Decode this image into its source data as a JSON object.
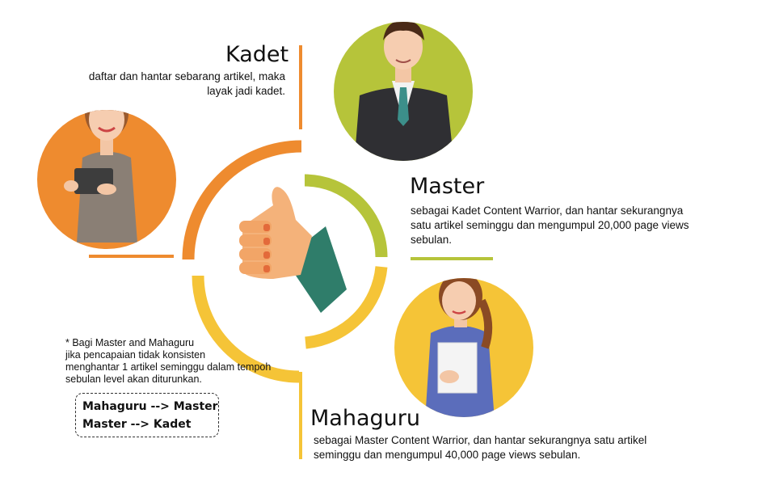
{
  "levels": {
    "kadet": {
      "title": "Kadet",
      "desc_line1": "daftar dan hantar sebarang artikel, maka",
      "desc_line2": "layak jadi kadet."
    },
    "master": {
      "title": "Master",
      "desc_line1": "sebagai Kadet Content Warrior, dan hantar sekurangnya",
      "desc_line2": "satu artikel seminggu dan mengumpul 20,000 page views",
      "desc_line3": "sebulan."
    },
    "mahaguru": {
      "title": "Mahaguru",
      "desc_line1": "sebagai Master Content Warrior, dan hantar sekurangnya satu artikel",
      "desc_line2": "seminggu dan mengumpul 40,000 page views sebulan."
    }
  },
  "note": {
    "line1": "* Bagi Master and Mahaguru",
    "line2": "jika pencapaian tidak konsisten",
    "line3": "menghantar 1 artikel seminggu dalam tempoh",
    "line4": "sebulan level akan diturunkan."
  },
  "demotion": {
    "line1": "Mahaguru --> Master",
    "line2": "Master --> Kadet"
  },
  "colors": {
    "orange": "#ee8b2f",
    "lime": "#b6c43a",
    "yellow": "#f5c437",
    "sleeve": "#2f7d6a",
    "hand": "#f4b27a"
  },
  "icons": [
    "thumbs-up-icon",
    "woman-with-tablet-avatar",
    "businessman-avatar",
    "woman-with-papers-avatar"
  ]
}
